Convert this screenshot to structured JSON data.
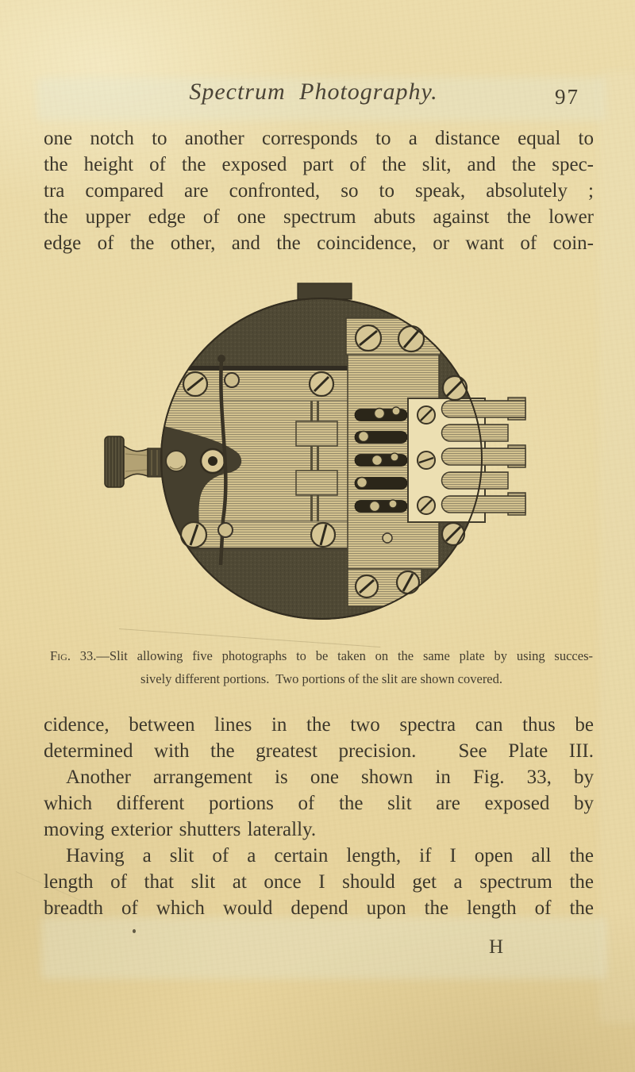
{
  "header": {
    "title": "Spectrum Photography.",
    "page_number": "97"
  },
  "paragraph_1": {
    "lines": [
      "one notch to another corresponds to a distance equal to",
      "the height of the exposed part of the slit, and the spec-",
      "tra compared are confronted, so to speak, absolutely ;",
      "the upper edge of one spectrum abuts against the lower",
      "edge of the other, and the coincidence, or want of coin-"
    ]
  },
  "figure": {
    "caption_prefix": "Fig. 33.",
    "caption_line1_rest": "—Slit allowing five photographs to be taken on the same plate by using succes-",
    "caption_line2": "sively different portions.  Two portions of the slit are shown covered."
  },
  "paragraph_2": {
    "lines": [
      "cidence, between lines in the two spectra can thus be",
      "determined with the greatest precision.  See Plate III.",
      "Another arrangement is one shown in Fig. 33, by",
      "which different portions of the slit are exposed by",
      "moving exterior shutters laterally.",
      "Having a slit of a certain length, if I open all the",
      "length of that slit at once I should get a spectrum the",
      "breadth of which would depend upon the length of the"
    ]
  },
  "footer": {
    "signature_mark": "H"
  },
  "colors": {
    "paper": "#e9d8a4",
    "ink": "#3c372b",
    "figure_dark": "#4f4935",
    "figure_light": "#d7c591",
    "patch": "#e2e9db"
  }
}
